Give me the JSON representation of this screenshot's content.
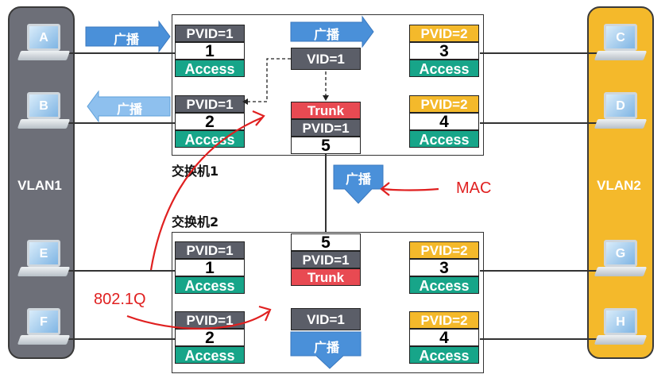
{
  "vlans": {
    "left": {
      "label": "VLAN1",
      "color": "#6d6f78"
    },
    "right": {
      "label": "VLAN2",
      "color": "#f4b92b"
    }
  },
  "hosts": [
    "A",
    "B",
    "C",
    "D",
    "E",
    "F",
    "G",
    "H"
  ],
  "switch1": {
    "title": "交换机1",
    "ports": [
      {
        "pvid": "PVID=1",
        "num": "1",
        "mode": "Access"
      },
      {
        "pvid": "PVID=1",
        "num": "2",
        "mode": "Access"
      },
      {
        "pvid": "PVID=2",
        "num": "3",
        "mode": "Access"
      },
      {
        "pvid": "PVID=2",
        "num": "4",
        "mode": "Access"
      }
    ],
    "trunk": {
      "mode": "Trunk",
      "pvid": "PVID=1",
      "num": "5"
    },
    "vid": "VID=1"
  },
  "switch2": {
    "title": "交换机2",
    "ports": [
      {
        "pvid": "PVID=1",
        "num": "1",
        "mode": "Access"
      },
      {
        "pvid": "PVID=1",
        "num": "2",
        "mode": "Access"
      },
      {
        "pvid": "PVID=2",
        "num": "3",
        "mode": "Access"
      },
      {
        "pvid": "PVID=2",
        "num": "4",
        "mode": "Access"
      }
    ],
    "trunk": {
      "num": "5",
      "pvid": "PVID=1",
      "mode": "Trunk"
    },
    "vid": "VID=1"
  },
  "broadcast_label": "广播",
  "annotations": {
    "mac": "MAC",
    "dot1q": "802.1Q"
  },
  "colors": {
    "pvid1": "#5b5e68",
    "pvid2": "#f4b92b",
    "access": "#17a589",
    "trunk": "#e84a52",
    "broadcast": "#4a90d9",
    "annotation": "#e02020"
  }
}
